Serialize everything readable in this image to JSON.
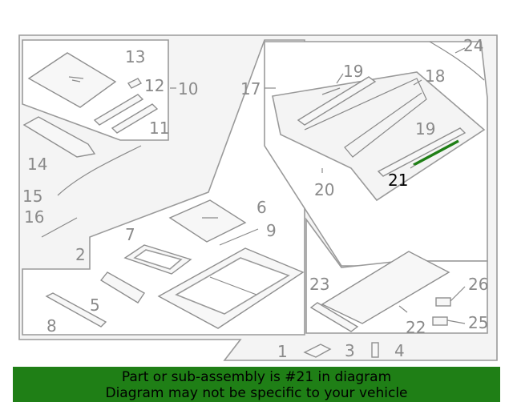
{
  "diagram": {
    "callouts": {
      "c1": "1",
      "c2": "2",
      "c3": "3",
      "c4": "4",
      "c5": "5",
      "c6": "6",
      "c7": "7",
      "c8": "8",
      "c9": "9",
      "c10": "10",
      "c11": "11",
      "c12": "12",
      "c13": "13",
      "c14": "14",
      "c15": "15",
      "c16": "16",
      "c17": "17",
      "c18": "18",
      "c19a": "19",
      "c19b": "19",
      "c20": "20",
      "c21": "21",
      "c22": "22",
      "c23": "23",
      "c24": "24",
      "c25": "25",
      "c26": "26"
    },
    "highlight_color": "#1f7f16"
  },
  "banner": {
    "line1": "Part or sub-assembly is #21 in diagram",
    "line2": "Diagram may not be specific to your vehicle",
    "background": "#1f7f16"
  }
}
